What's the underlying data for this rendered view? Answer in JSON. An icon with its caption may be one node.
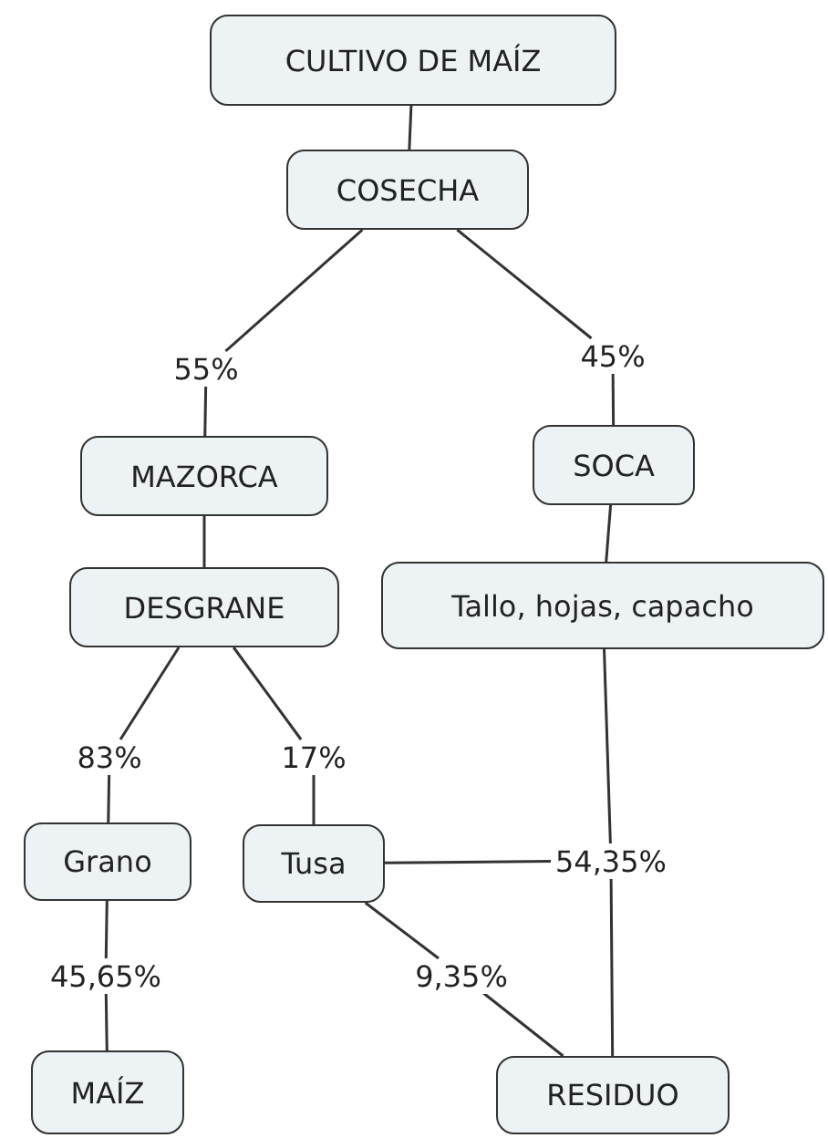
{
  "diagram": {
    "nodes": [
      {
        "text": [
          "CULTIVO DE MAÍZ"
        ]
      },
      {
        "text": [
          "COSECHA"
        ]
      },
      {
        "text": [
          "55%"
        ]
      },
      {
        "text": [
          "45%"
        ]
      },
      {
        "text": [
          "MAZORCA"
        ]
      },
      {
        "text": [
          "SOCA"
        ]
      },
      {
        "text": [
          "DESGRANE"
        ]
      },
      {
        "text": [
          "Tallo, hojas, capacho"
        ]
      },
      {
        "text": [
          "83%"
        ]
      },
      {
        "text": [
          "17%"
        ]
      },
      {
        "text": [
          "Grano"
        ]
      },
      {
        "text": [
          "Tusa"
        ]
      },
      {
        "text": [
          "54,35%"
        ]
      },
      {
        "text": [
          "45,65%"
        ]
      },
      {
        "text": [
          "9,35%"
        ]
      },
      {
        "text": [
          "MAÍZ"
        ]
      },
      {
        "text": [
          "RESIDUO"
        ]
      }
    ],
    "edges": [
      {
        "from": 0,
        "to": 1,
        "arrow": "none"
      },
      {
        "from": 1,
        "to": 2,
        "arrow": "none"
      },
      {
        "from": 2,
        "to": 4,
        "arrow": "none"
      },
      {
        "from": 1,
        "to": 3,
        "arrow": "none"
      },
      {
        "from": 3,
        "to": 5,
        "arrow": "none"
      },
      {
        "from": 4,
        "to": 6,
        "arrow": "none"
      },
      {
        "from": 5,
        "to": 7,
        "arrow": "none"
      },
      {
        "from": 6,
        "to": 8,
        "arrow": "none"
      },
      {
        "from": 6,
        "to": 9,
        "arrow": "none"
      },
      {
        "from": 8,
        "to": 10,
        "arrow": "none"
      },
      {
        "from": 9,
        "to": 11,
        "arrow": "none"
      },
      {
        "from": 10,
        "to": 13,
        "arrow": "none"
      },
      {
        "from": 13,
        "to": 15,
        "arrow": "none"
      },
      {
        "from": 11,
        "to": 12,
        "arrow": "none"
      },
      {
        "from": 7,
        "to": 12,
        "arrow": "none"
      },
      {
        "from": 12,
        "to": 16,
        "arrow": "none"
      },
      {
        "from": 11,
        "to": 14,
        "arrow": "none"
      },
      {
        "from": 14,
        "to": 16,
        "arrow": "none"
      }
    ]
  }
}
